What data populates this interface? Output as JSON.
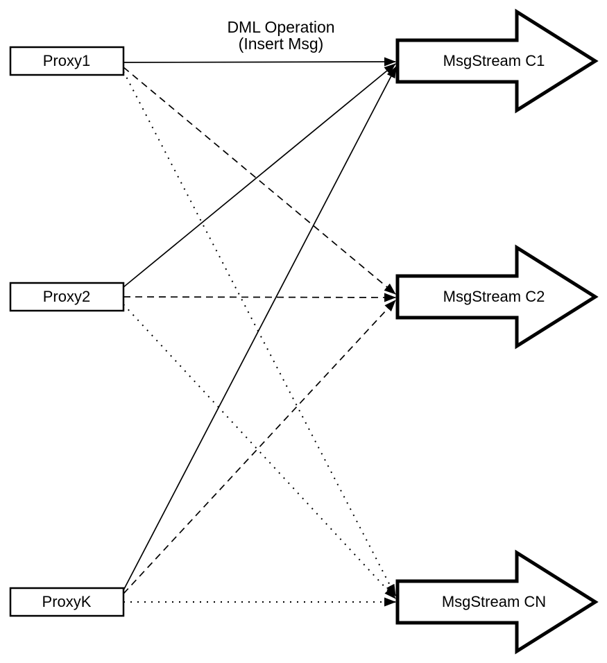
{
  "diagram": {
    "annotation": {
      "line1": "DML Operation",
      "line2": "(Insert Msg)"
    },
    "proxies": [
      {
        "label": "Proxy1"
      },
      {
        "label": "Proxy2"
      },
      {
        "label": "ProxyK"
      }
    ],
    "streams": [
      {
        "label": "MsgStream C1"
      },
      {
        "label": "MsgStream C2"
      },
      {
        "label": "MsgStream CN"
      }
    ],
    "edges": [
      {
        "from": "Proxy1",
        "to": "MsgStream C1",
        "style": "solid"
      },
      {
        "from": "Proxy2",
        "to": "MsgStream C1",
        "style": "solid"
      },
      {
        "from": "ProxyK",
        "to": "MsgStream C1",
        "style": "solid"
      },
      {
        "from": "Proxy1",
        "to": "MsgStream C2",
        "style": "dashed"
      },
      {
        "from": "Proxy2",
        "to": "MsgStream C2",
        "style": "dashed"
      },
      {
        "from": "ProxyK",
        "to": "MsgStream C2",
        "style": "dashed"
      },
      {
        "from": "Proxy1",
        "to": "MsgStream CN",
        "style": "dotted"
      },
      {
        "from": "Proxy2",
        "to": "MsgStream CN",
        "style": "dotted"
      },
      {
        "from": "ProxyK",
        "to": "MsgStream CN",
        "style": "dotted"
      }
    ],
    "colors": {
      "stroke": "#000000",
      "fill": "#ffffff",
      "background": "#ffffff"
    }
  }
}
